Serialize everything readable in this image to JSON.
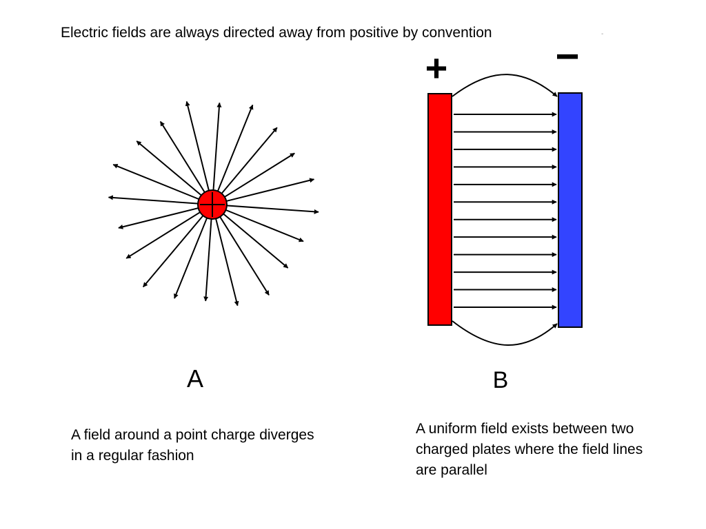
{
  "slide": {
    "title": "Electric fields are always directed away from positive by convention",
    "tiny_mark": "-"
  },
  "diagram_a": {
    "label": "A",
    "caption": "A field around a point charge diverges in a regular fashion",
    "charge_sign": "+",
    "charge_color": "#ff0000",
    "field_line_count": 20
  },
  "diagram_b": {
    "label": "B",
    "caption": "A uniform field exists between two charged plates where the field lines are parallel",
    "positive_sign": "+",
    "negative_sign": "−",
    "positive_plate_color": "#ff0000",
    "negative_plate_color": "#3344ff",
    "parallel_line_count": 12
  }
}
